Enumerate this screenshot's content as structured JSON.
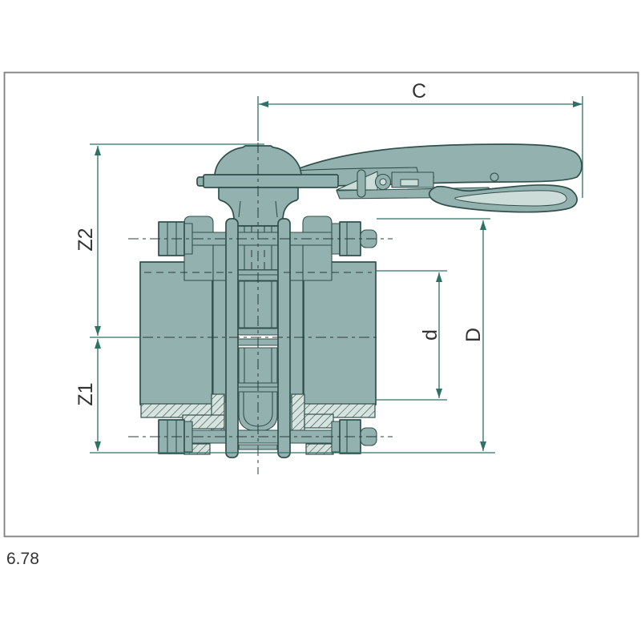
{
  "figure": {
    "type": "technical-drawing",
    "subject": "Butterfly valve with ratchet lever handle, side sectional view with dimension lines",
    "caption": "6.78",
    "dimension_labels": {
      "handle_length": "C",
      "upper_height": "Z2",
      "lower_height": "Z1",
      "inner_diameter": "d",
      "outer_diameter": "D"
    },
    "colors": {
      "body_fill": "#93b1ae",
      "body_light": "#ccdcd8",
      "body_stroke": "#31504c",
      "dim_color": "#2e7166",
      "centerline_color": "#2c3b39",
      "label_color": "#333333",
      "frame_color": "#7f7f7f",
      "hatch_bg": "#d7e3df",
      "page_bg": "#ffffff"
    }
  }
}
